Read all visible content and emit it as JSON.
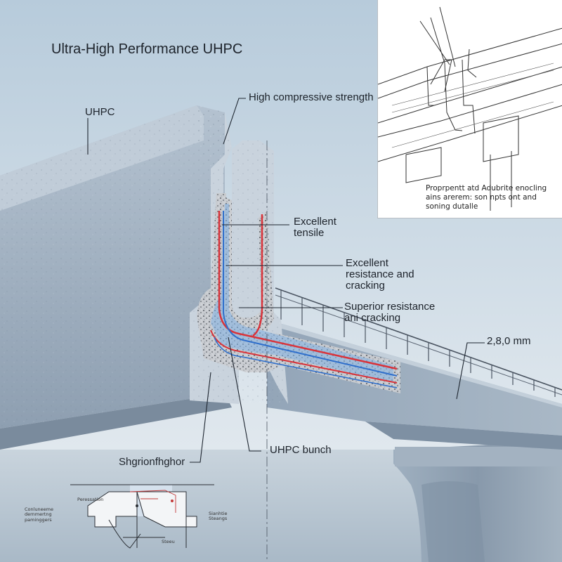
{
  "title": "Ultra-High Performance UHPC",
  "labels": {
    "uhpc": "UHPC",
    "compressive": "High compressive strength",
    "tensile": "Excellent tensile",
    "resistance": "Excellent resistance and cracking",
    "superior": "Superior resistance ani cracking",
    "dimension": "2,8,0 mm",
    "bunch": "UHPC bunch",
    "shgrion": "Shgrionfhghor"
  },
  "inset": {
    "caption": "Proprpentt atd Adubrite enocling ains arerem: son npts ont and soning dutalle"
  },
  "detail": {
    "left_label": "Conluneeme dernmertng paminggers",
    "top_label": "Peressation",
    "right_label": "Sianhtie Steangs",
    "bottom_label": "Steeu"
  },
  "colors": {
    "sky_top": "#b9ccdb",
    "sky_bottom": "#e3eaf0",
    "concrete": "#a7b7c8",
    "rebar_red": "#d9333a",
    "rebar_blue": "#4b88d6"
  }
}
